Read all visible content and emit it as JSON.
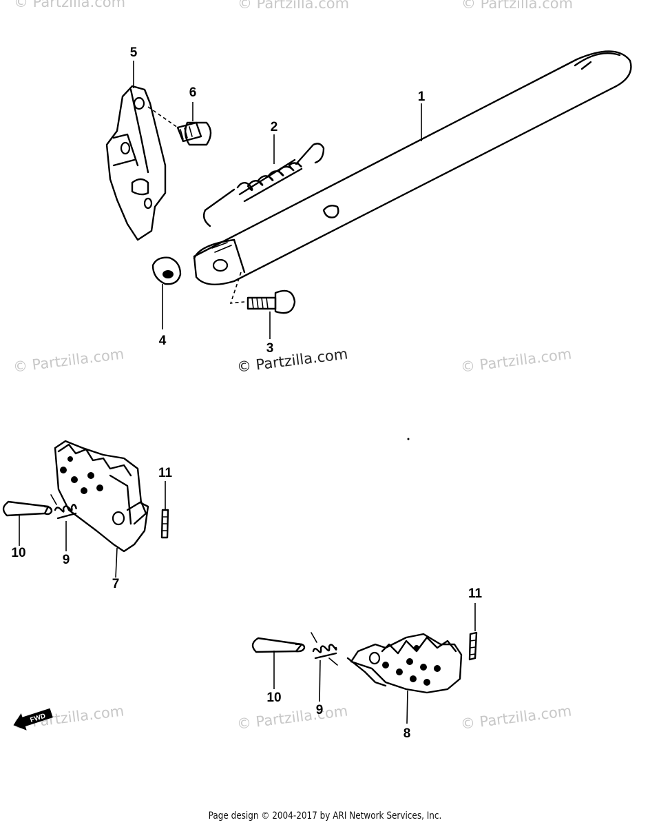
{
  "watermark_text": "© Partzilla.com",
  "callouts": {
    "c1": "1",
    "c2": "2",
    "c3": "3",
    "c4": "4",
    "c5": "5",
    "c6": "6",
    "c7": "7",
    "c8": "8",
    "c9a": "9",
    "c9b": "9",
    "c10a": "10",
    "c10b": "10",
    "c11a": "11",
    "c11b": "11"
  },
  "fwd_arrow_text": "FWD",
  "footer_text": "Page design © 2004-2017 by ARI Network Services, Inc.",
  "colors": {
    "line": "#000000",
    "watermark": "#c8c8c8",
    "background": "#ffffff"
  }
}
